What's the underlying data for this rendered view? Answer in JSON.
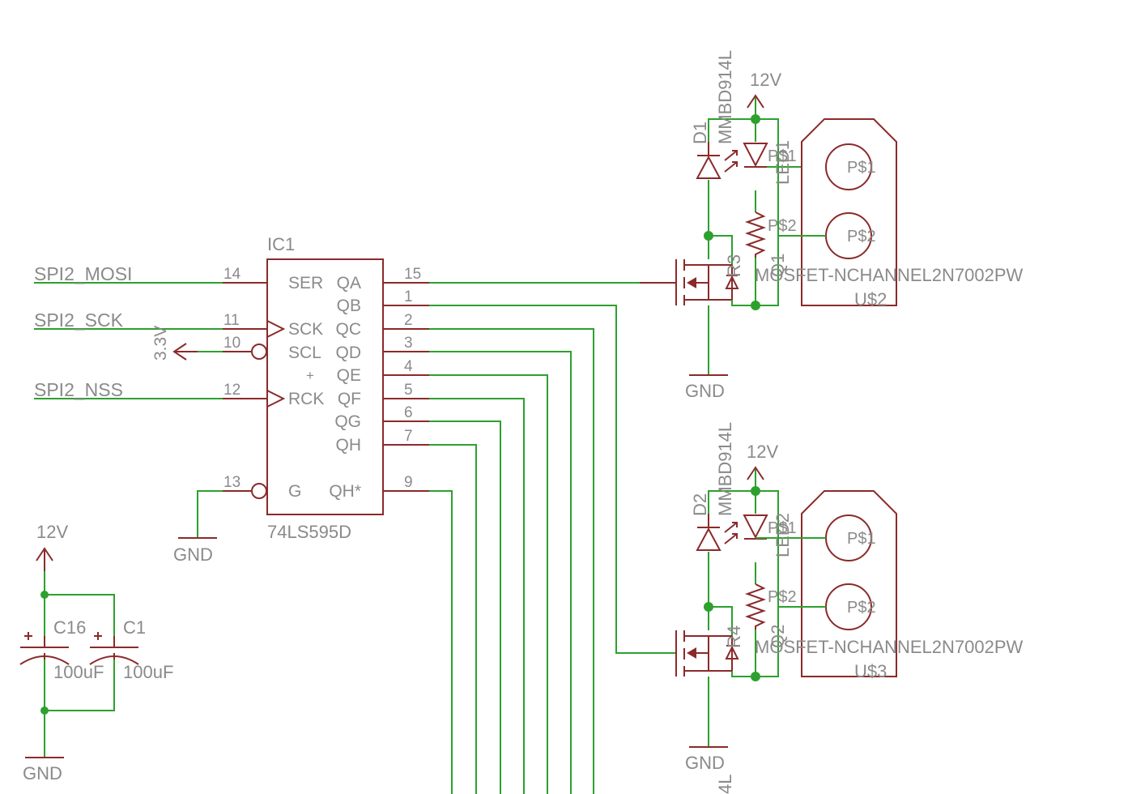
{
  "nets": {
    "spi_mosi": "SPI2_MOSI",
    "spi_sck": "SPI2_SCK",
    "spi_nss": "SPI2_NSS",
    "v33": "3.3V",
    "v12": "12V",
    "gnd": "GND"
  },
  "ic": {
    "ref": "IC1",
    "value": "74LS595D",
    "pins_left": [
      {
        "name": "SER",
        "num": "14"
      },
      {
        "name": "SCK",
        "num": "11"
      },
      {
        "name": "SCL",
        "num": "10"
      },
      {
        "name": "RCK",
        "num": "12"
      },
      {
        "name": "G",
        "num": "13"
      }
    ],
    "plus": "+",
    "pins_right": [
      {
        "name": "QA",
        "num": "15"
      },
      {
        "name": "QB",
        "num": "1"
      },
      {
        "name": "QC",
        "num": "2"
      },
      {
        "name": "QD",
        "num": "3"
      },
      {
        "name": "QE",
        "num": "4"
      },
      {
        "name": "QF",
        "num": "5"
      },
      {
        "name": "QG",
        "num": "6"
      },
      {
        "name": "QH",
        "num": "7"
      },
      {
        "name": "QH*",
        "num": "9"
      }
    ]
  },
  "capacitors": [
    {
      "ref": "C16",
      "value": "100uF"
    },
    {
      "ref": "C1",
      "value": "100uF"
    }
  ],
  "channels": [
    {
      "diode": "D1",
      "diode_value": "MMBD914L",
      "led": "LED1",
      "resistor": "R3",
      "mosfet": "Q1",
      "mosfet_value": "MOSFET-NCHANNEL2N7002PW",
      "conn": "U$2",
      "pad1": "P$1",
      "pad2": "P$2"
    },
    {
      "diode": "D2",
      "diode_value": "MMBD914L",
      "led": "LED2",
      "resistor": "R4",
      "mosfet": "Q2",
      "mosfet_value": "MOSFET-NCHANNEL2N7002PW",
      "conn": "U$3",
      "pad1": "P$1",
      "pad2": "P$2"
    }
  ],
  "bottom_fragment": "4L",
  "colors": {
    "wire": "#2ea02e",
    "part": "#8b2a2a",
    "label": "#8a8a8a"
  }
}
